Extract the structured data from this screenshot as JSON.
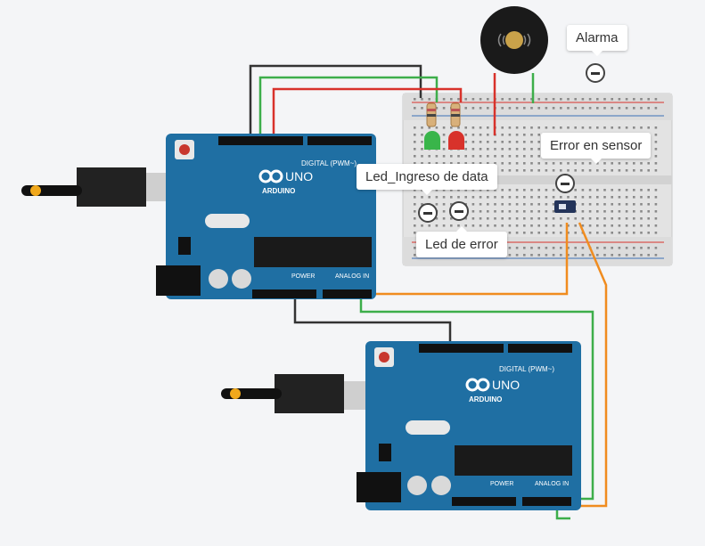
{
  "components": {
    "arduino_top": {
      "label_digital": "DIGITAL (PWM~)",
      "brand": "ARDUINO",
      "model": "UNO",
      "power_label": "POWER",
      "analog_label": "ANALOG IN"
    },
    "arduino_bottom": {
      "label_digital": "DIGITAL (PWM~)",
      "brand": "ARDUINO",
      "model": "UNO",
      "power_label": "POWER",
      "analog_label": "ANALOG IN"
    }
  },
  "callouts": {
    "alarma": "Alarma",
    "led_ingreso": "Led_Ingreso de data",
    "led_error": "Led de error",
    "error_sensor": "Error en sensor"
  },
  "colors": {
    "board": "#1f6fa3",
    "wire_black": "#333333",
    "wire_green": "#3dae4a",
    "wire_red": "#d8322b",
    "wire_orange": "#f08c1f",
    "breadboard": "#e5e5e5"
  }
}
